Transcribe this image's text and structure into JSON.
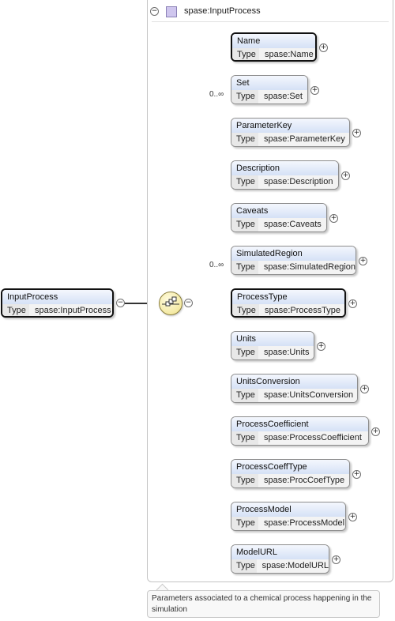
{
  "type_header": {
    "name": "spase:InputProcess",
    "toggle": "−"
  },
  "root": {
    "name": "InputProcess",
    "type_label": "Type",
    "type_value": "spase:InputProcess",
    "toggle": "−"
  },
  "sequence": {
    "toggle": "−"
  },
  "elements": [
    {
      "name": "Name",
      "type_label": "Type",
      "type_value": "spase:Name",
      "occurs": "",
      "bold": true,
      "expand": "+"
    },
    {
      "name": "Set",
      "type_label": "Type",
      "type_value": "spase:Set",
      "occurs": "0..∞",
      "bold": false,
      "expand": "+"
    },
    {
      "name": "ParameterKey",
      "type_label": "Type",
      "type_value": "spase:ParameterKey",
      "occurs": "",
      "bold": false,
      "expand": "+"
    },
    {
      "name": "Description",
      "type_label": "Type",
      "type_value": "spase:Description",
      "occurs": "",
      "bold": false,
      "expand": "+"
    },
    {
      "name": "Caveats",
      "type_label": "Type",
      "type_value": "spase:Caveats",
      "occurs": "",
      "bold": false,
      "expand": "+"
    },
    {
      "name": "SimulatedRegion",
      "type_label": "Type",
      "type_value": "spase:SimulatedRegion",
      "occurs": "0..∞",
      "bold": false,
      "expand": "+"
    },
    {
      "name": "ProcessType",
      "type_label": "Type",
      "type_value": "spase:ProcessType",
      "occurs": "",
      "bold": true,
      "expand": "+"
    },
    {
      "name": "Units",
      "type_label": "Type",
      "type_value": "spase:Units",
      "occurs": "",
      "bold": false,
      "expand": "+"
    },
    {
      "name": "UnitsConversion",
      "type_label": "Type",
      "type_value": "spase:UnitsConversion",
      "occurs": "",
      "bold": false,
      "expand": "+"
    },
    {
      "name": "ProcessCoefficient",
      "type_label": "Type",
      "type_value": "spase:ProcessCoefficient",
      "occurs": "",
      "bold": false,
      "expand": "+"
    },
    {
      "name": "ProcessCoeffType",
      "type_label": "Type",
      "type_value": "spase:ProcCoefType",
      "occurs": "",
      "bold": false,
      "expand": "+"
    },
    {
      "name": "ProcessModel",
      "type_label": "Type",
      "type_value": "spase:ProcessModel",
      "occurs": "",
      "bold": false,
      "expand": "+"
    },
    {
      "name": "ModelURL",
      "type_label": "Type",
      "type_value": "spase:ModelURL",
      "occurs": "",
      "bold": false,
      "expand": "+"
    }
  ],
  "documentation": "Parameters associated to a chemical process happening in the simulation"
}
